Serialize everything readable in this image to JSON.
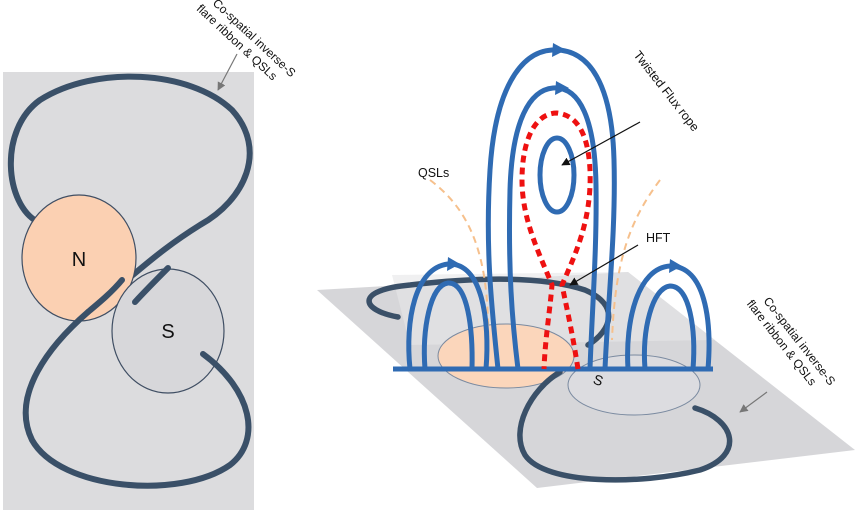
{
  "colors": {
    "background": "#ffffff",
    "panel_gray": "#dcdcde",
    "ribbon_dark": "#3a5068",
    "north_fill": "#fbd0b2",
    "south_fill": "#d7d7da",
    "flux_blue": "#2f6bb3",
    "hft_red": "#ee1111",
    "qsl_orange": "#f6c08c",
    "plane_gray": "#cfcfd2",
    "pointer_gray": "#777777"
  },
  "left_panel": {
    "north_label": "N",
    "south_label": "S",
    "ribbon_label": [
      "Co-spatial inverse-S",
      "flare ribbon & QSLs"
    ]
  },
  "right_panel": {
    "flux_rope_label": "Twisted Flux rope",
    "qsl_label": "QSLs",
    "hft_label": "HFT",
    "south_label": "S",
    "ribbon_label": [
      "Co-spatial inverse-S",
      "flare ribbon & QSLs"
    ]
  },
  "icons": [
    "arrow-pointer-icon",
    "flux-direction-arrowhead-icon"
  ]
}
